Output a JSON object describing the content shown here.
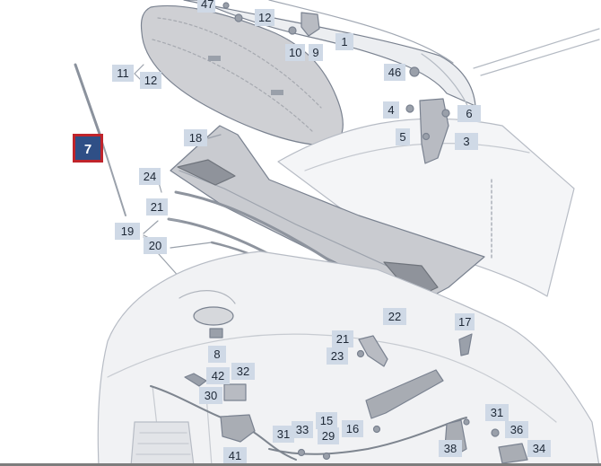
{
  "diagram": {
    "selected_callout": "7",
    "colors": {
      "line": "#7a8290",
      "part_fill": "#d9d9dc",
      "part_dark": "#b8bbc2",
      "callout_bg": "#cfd9e6",
      "callout_text": "#1e2836",
      "selected_bg": "#2f4f86",
      "selected_border": "#c0242b"
    },
    "callouts": [
      {
        "id": "c47",
        "label": "47"
      },
      {
        "id": "c12a",
        "label": "12"
      },
      {
        "id": "c10",
        "label": "10"
      },
      {
        "id": "c9",
        "label": "9"
      },
      {
        "id": "c1",
        "label": "1"
      },
      {
        "id": "c11",
        "label": "11"
      },
      {
        "id": "c12b",
        "label": "12"
      },
      {
        "id": "c46",
        "label": "46"
      },
      {
        "id": "c4",
        "label": "4"
      },
      {
        "id": "c6",
        "label": "6"
      },
      {
        "id": "c5",
        "label": "5"
      },
      {
        "id": "c3",
        "label": "3"
      },
      {
        "id": "c7",
        "label": "7"
      },
      {
        "id": "c18",
        "label": "18"
      },
      {
        "id": "c24",
        "label": "24"
      },
      {
        "id": "c21a",
        "label": "21"
      },
      {
        "id": "c19",
        "label": "19"
      },
      {
        "id": "c20",
        "label": "20"
      },
      {
        "id": "c22",
        "label": "22"
      },
      {
        "id": "c17",
        "label": "17"
      },
      {
        "id": "c8",
        "label": "8"
      },
      {
        "id": "c21b",
        "label": "21"
      },
      {
        "id": "c23",
        "label": "23"
      },
      {
        "id": "c42",
        "label": "42"
      },
      {
        "id": "c32",
        "label": "32"
      },
      {
        "id": "c30",
        "label": "30"
      },
      {
        "id": "c15",
        "label": "15"
      },
      {
        "id": "c16",
        "label": "16"
      },
      {
        "id": "c31a",
        "label": "31"
      },
      {
        "id": "c36",
        "label": "36"
      },
      {
        "id": "c33",
        "label": "33"
      },
      {
        "id": "c31b",
        "label": "31"
      },
      {
        "id": "c29",
        "label": "29"
      },
      {
        "id": "c38",
        "label": "38"
      },
      {
        "id": "c34",
        "label": "34"
      },
      {
        "id": "c41",
        "label": "41"
      }
    ]
  }
}
